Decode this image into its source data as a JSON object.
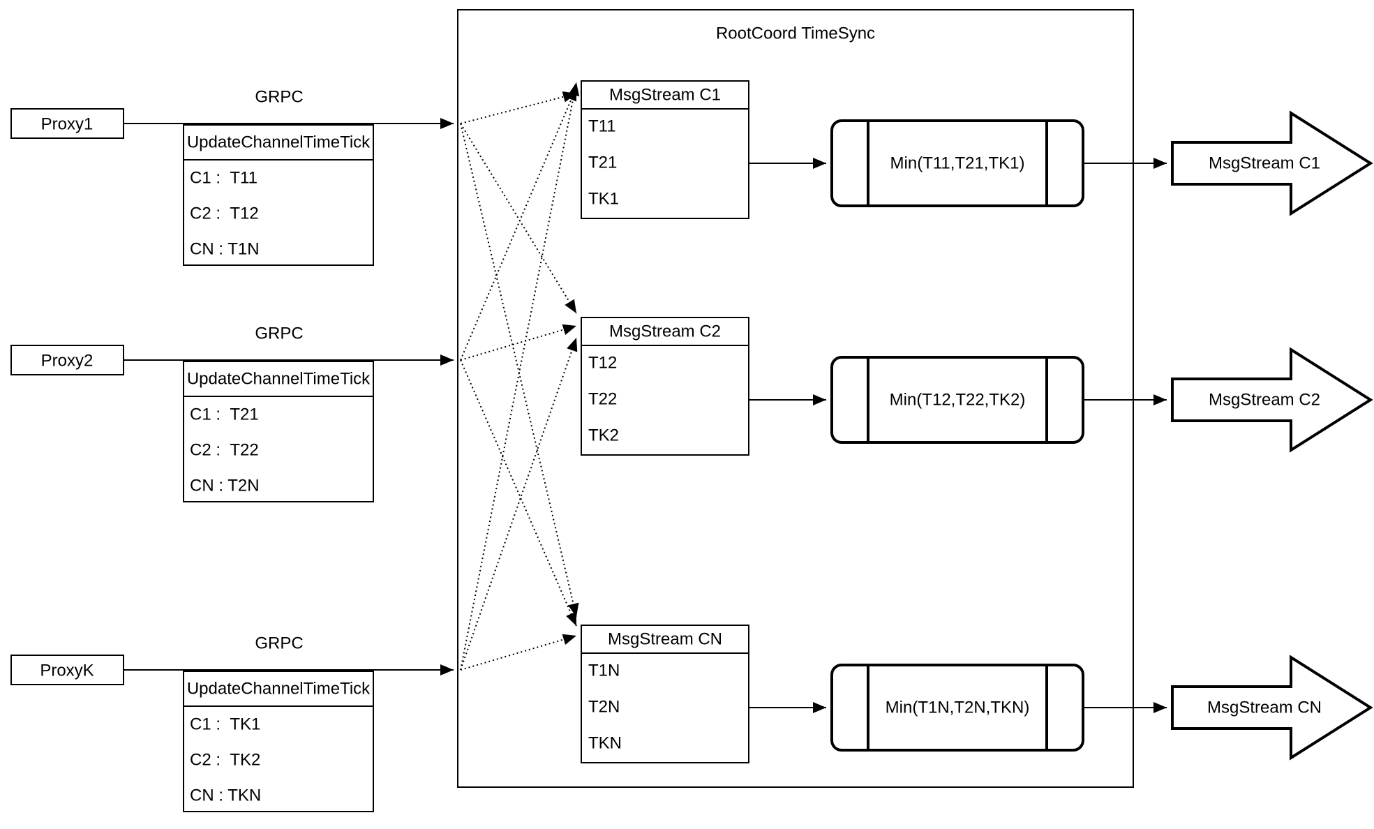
{
  "title": "RootCoord TimeSync",
  "grpc_label": "GRPC",
  "update_table_header": "UpdateChannelTimeTick",
  "rows": [
    {
      "proxy_label": "Proxy1",
      "update_rows": [
        "C1 :  T11",
        "C2 :  T12",
        "CN : T1N"
      ],
      "msgstream_title": "MsgStream C1",
      "msgstream_rows": [
        "T11",
        "T21",
        "TK1"
      ],
      "min_label": "Min(T11,T21,TK1)",
      "output_label": "MsgStream C1"
    },
    {
      "proxy_label": "Proxy2",
      "update_rows": [
        "C1 :  T21",
        "C2 :  T22",
        "CN : T2N"
      ],
      "msgstream_title": "MsgStream C2",
      "msgstream_rows": [
        "T12",
        "T22",
        "TK2"
      ],
      "min_label": "Min(T12,T22,TK2)",
      "output_label": "MsgStream C2"
    },
    {
      "proxy_label": "ProxyK",
      "update_rows": [
        "C1 :  TK1",
        "C2 :  TK2",
        "CN : TKN"
      ],
      "msgstream_title": "MsgStream CN",
      "msgstream_rows": [
        "T1N",
        "T2N",
        "TKN"
      ],
      "min_label": "Min(T1N,T2N,TKN)",
      "output_label": "MsgStream CN"
    }
  ]
}
